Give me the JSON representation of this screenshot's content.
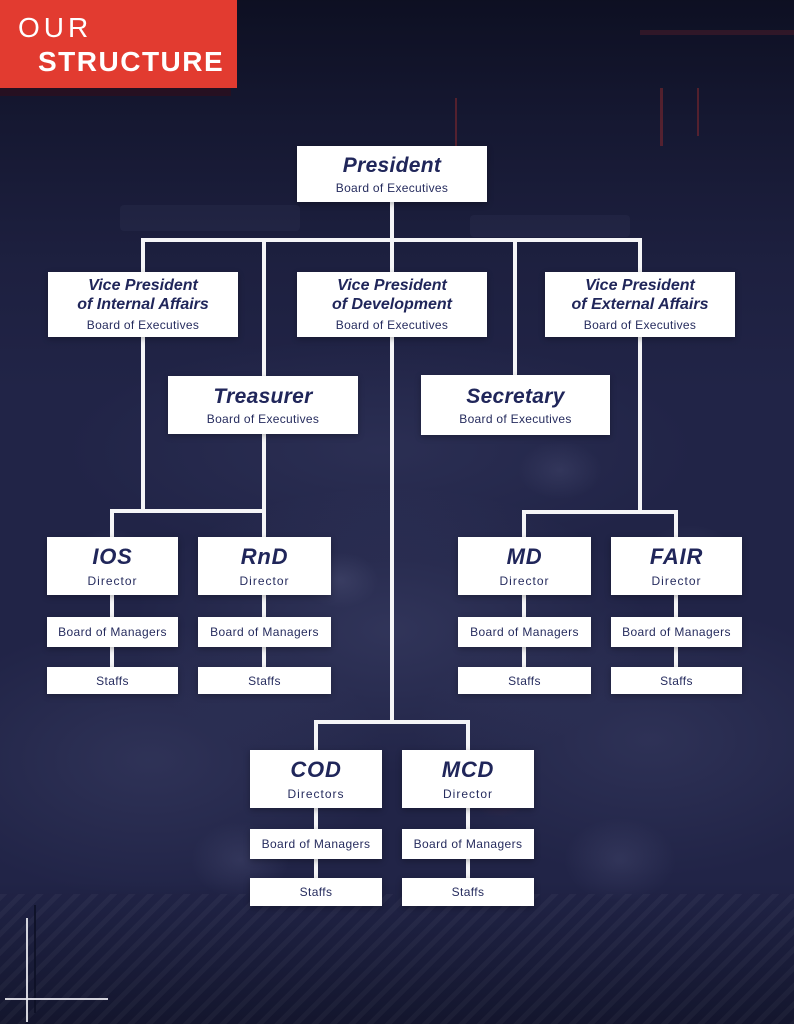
{
  "header": {
    "line1": "OUR",
    "line2": "STRUCTURE"
  },
  "colors": {
    "accent_red": "#e23b30",
    "navy_text": "#20265a",
    "background_navy": "#212447",
    "box_background": "#ffffff",
    "connector": "#f5f5f7"
  },
  "org": {
    "president": {
      "title": "President",
      "subtitle": "Board of Executives"
    },
    "vice_presidents": {
      "internal": {
        "title_line1": "Vice President",
        "title_line2": "of Internal Affairs",
        "subtitle": "Board of Executives"
      },
      "development": {
        "title_line1": "Vice President",
        "title_line2": "of Development",
        "subtitle": "Board of Executives"
      },
      "external": {
        "title_line1": "Vice President",
        "title_line2": "of External Affairs",
        "subtitle": "Board of Executives"
      }
    },
    "treasurer": {
      "title": "Treasurer",
      "subtitle": "Board of Executives"
    },
    "secretary": {
      "title": "Secretary",
      "subtitle": "Board of Executives"
    },
    "departments": {
      "ios": {
        "title": "IOS",
        "subtitle": "Director",
        "managers_label": "Board of Managers",
        "staffs_label": "Staffs"
      },
      "rnd": {
        "title": "RnD",
        "subtitle": "Director",
        "managers_label": "Board of Managers",
        "staffs_label": "Staffs"
      },
      "md": {
        "title": "MD",
        "subtitle": "Director",
        "managers_label": "Board of Managers",
        "staffs_label": "Staffs"
      },
      "fair": {
        "title": "FAIR",
        "subtitle": "Director",
        "managers_label": "Board of Managers",
        "staffs_label": "Staffs"
      },
      "cod": {
        "title": "COD",
        "subtitle": "Directors",
        "managers_label": "Board of Managers",
        "staffs_label": "Staffs"
      },
      "mcd": {
        "title": "MCD",
        "subtitle": "Director",
        "managers_label": "Board of Managers",
        "staffs_label": "Staffs"
      }
    }
  }
}
